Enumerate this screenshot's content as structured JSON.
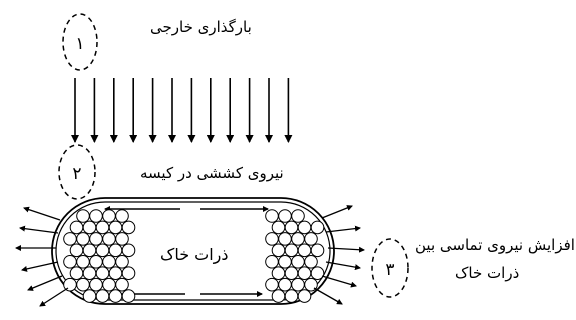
{
  "labels": {
    "external_load": "بارگذاری خارجی",
    "tensile_force": "نیروی کششی در کیسه",
    "soil_particles": "ذرات خاک",
    "contact_force_line1": "افزایش نیروی تماسی بین",
    "contact_force_line2": "ذرات خاک"
  },
  "markers": {
    "m1": "۱",
    "m2": "۲",
    "m3": "۳"
  },
  "colors": {
    "ink": "#000000",
    "background": "#ffffff"
  }
}
